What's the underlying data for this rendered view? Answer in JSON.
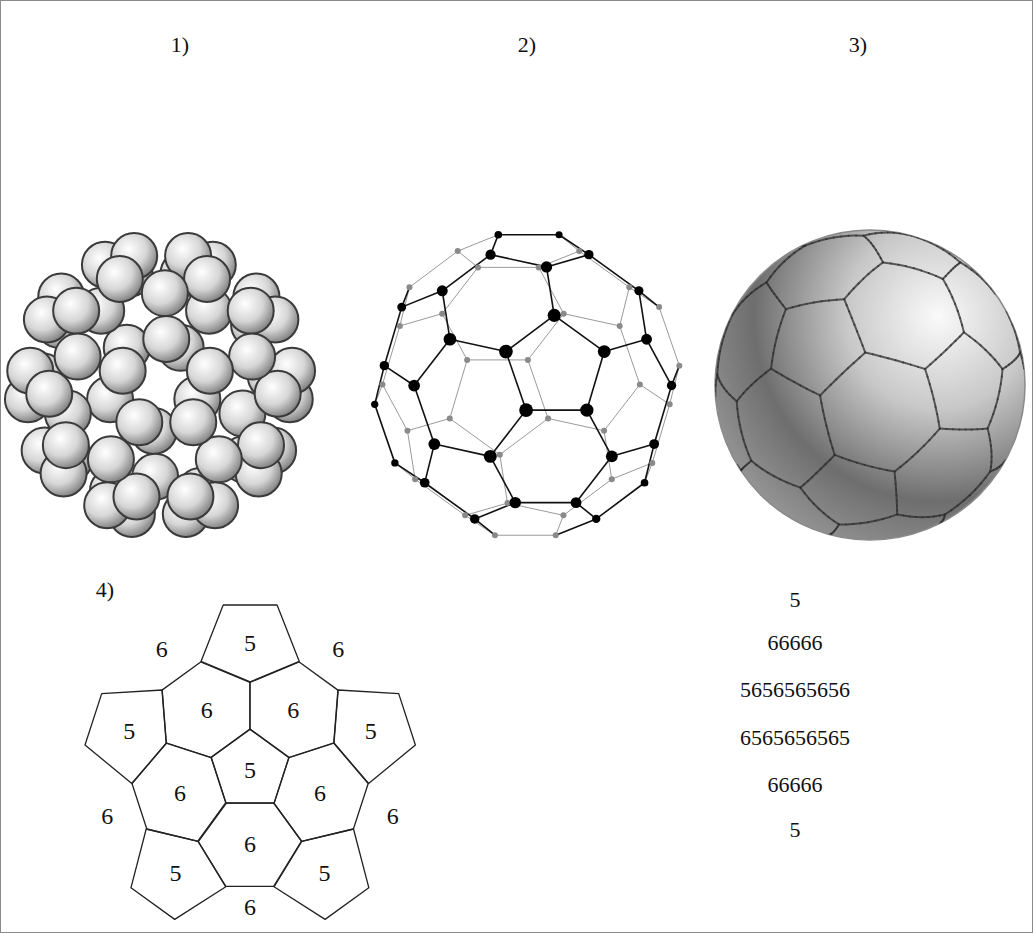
{
  "diagram": {
    "nodes": [
      {
        "text": [
          "5"
        ]
      },
      {
        "text": [
          "6"
        ]
      },
      {
        "text": [
          "6"
        ]
      },
      {
        "text": [
          "5"
        ]
      },
      {
        "text": [
          "5"
        ]
      },
      {
        "text": [
          "5"
        ]
      },
      {
        "text": [
          "6"
        ]
      },
      {
        "text": [
          "6"
        ]
      },
      {
        "text": [
          "6"
        ]
      },
      {
        "text": [
          "5"
        ]
      },
      {
        "text": [
          "5"
        ]
      }
    ],
    "labels": [
      "1)",
      "2)",
      "3)",
      "4)",
      "6",
      "6",
      "6",
      "6",
      "6",
      "5",
      "66666",
      "5656565656",
      "6565656565",
      "66666",
      "5"
    ]
  }
}
